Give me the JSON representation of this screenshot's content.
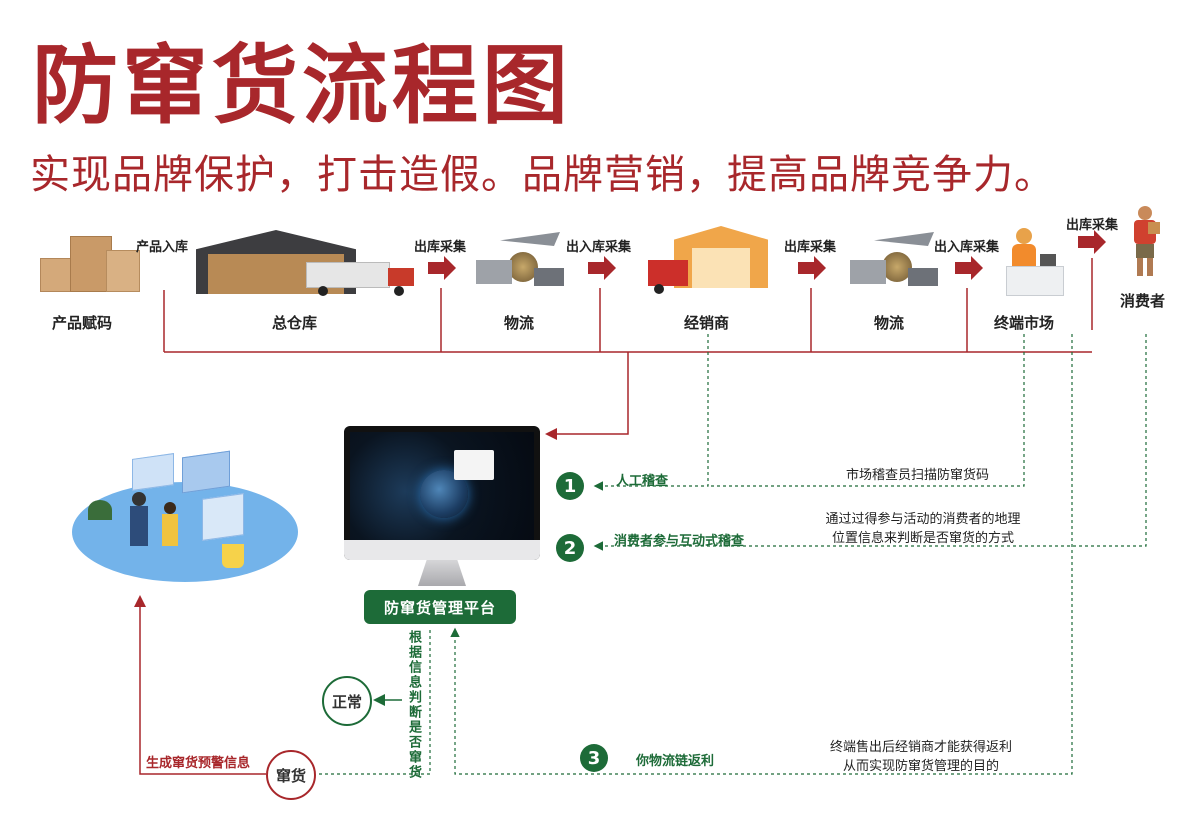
{
  "header": {
    "title": "防窜货流程图",
    "subtitle": "实现品牌保护，打击造假。品牌营销，提高品牌竞争力。"
  },
  "flow": {
    "nodes": [
      {
        "label": "产品赋码"
      },
      {
        "label": "总仓库"
      },
      {
        "label": "物流"
      },
      {
        "label": "经销商"
      },
      {
        "label": "物流"
      },
      {
        "label": "终端市场"
      },
      {
        "label": "消费者"
      }
    ],
    "steps": [
      "产品入库",
      "出库采集",
      "出入库采集",
      "出库采集",
      "出入库采集",
      "出库采集"
    ]
  },
  "platform": {
    "label": "防窜货管理平台"
  },
  "checks": [
    {
      "num": "1",
      "title": "人工稽查",
      "desc": "市场稽查员扫描防窜货码"
    },
    {
      "num": "2",
      "title": "消费者参与互动式稽查",
      "desc_line1": "通过过得参与活动的消费者的地理",
      "desc_line2": "位置信息来判断是否窜货的方式"
    },
    {
      "num": "3",
      "title": "你物流链返利",
      "desc_line1": "终端售出后经销商才能获得返利",
      "desc_line2": "从而实现防窜货管理的目的"
    }
  ],
  "judgement": {
    "vertical_text": "根据信息判断是否窜货",
    "normal": "正常",
    "fleeing": "窜货",
    "warning": "生成窜货预警信息"
  },
  "colors": {
    "brand_red": "#a8272b",
    "brand_green": "#1d6b38"
  }
}
